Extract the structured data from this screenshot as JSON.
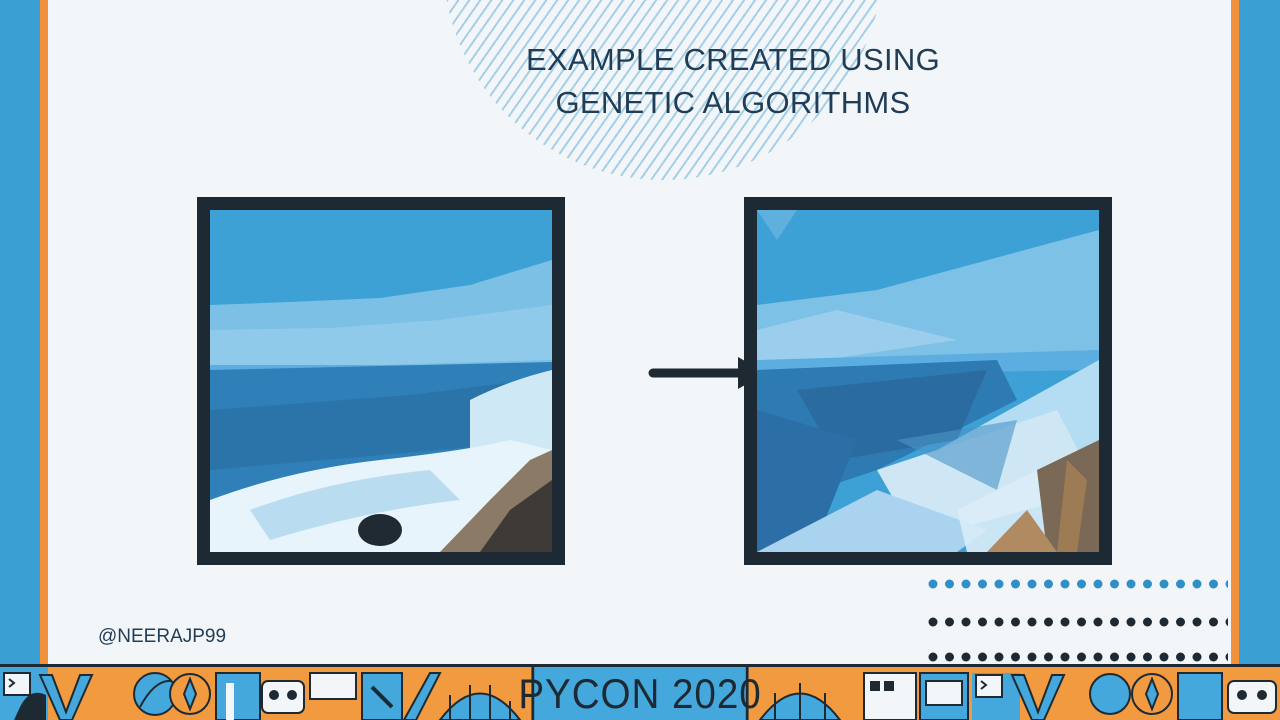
{
  "slide": {
    "title_line1": "EXAMPLE CREATED USING",
    "title_line2": "GENETIC ALGORITHMS",
    "handle": "@NEERAJP99"
  },
  "images": {
    "original": "coastal-seascape-photo",
    "generated": "polygon-approximation-of-seascape"
  },
  "footer": {
    "event_name": "PYCON",
    "event_year": "2020"
  },
  "colors": {
    "background": "#3a9fd3",
    "slide": "#f3f6f9",
    "accent_orange": "#f0923b",
    "dark": "#1e2a33",
    "title": "#1f3d57"
  }
}
